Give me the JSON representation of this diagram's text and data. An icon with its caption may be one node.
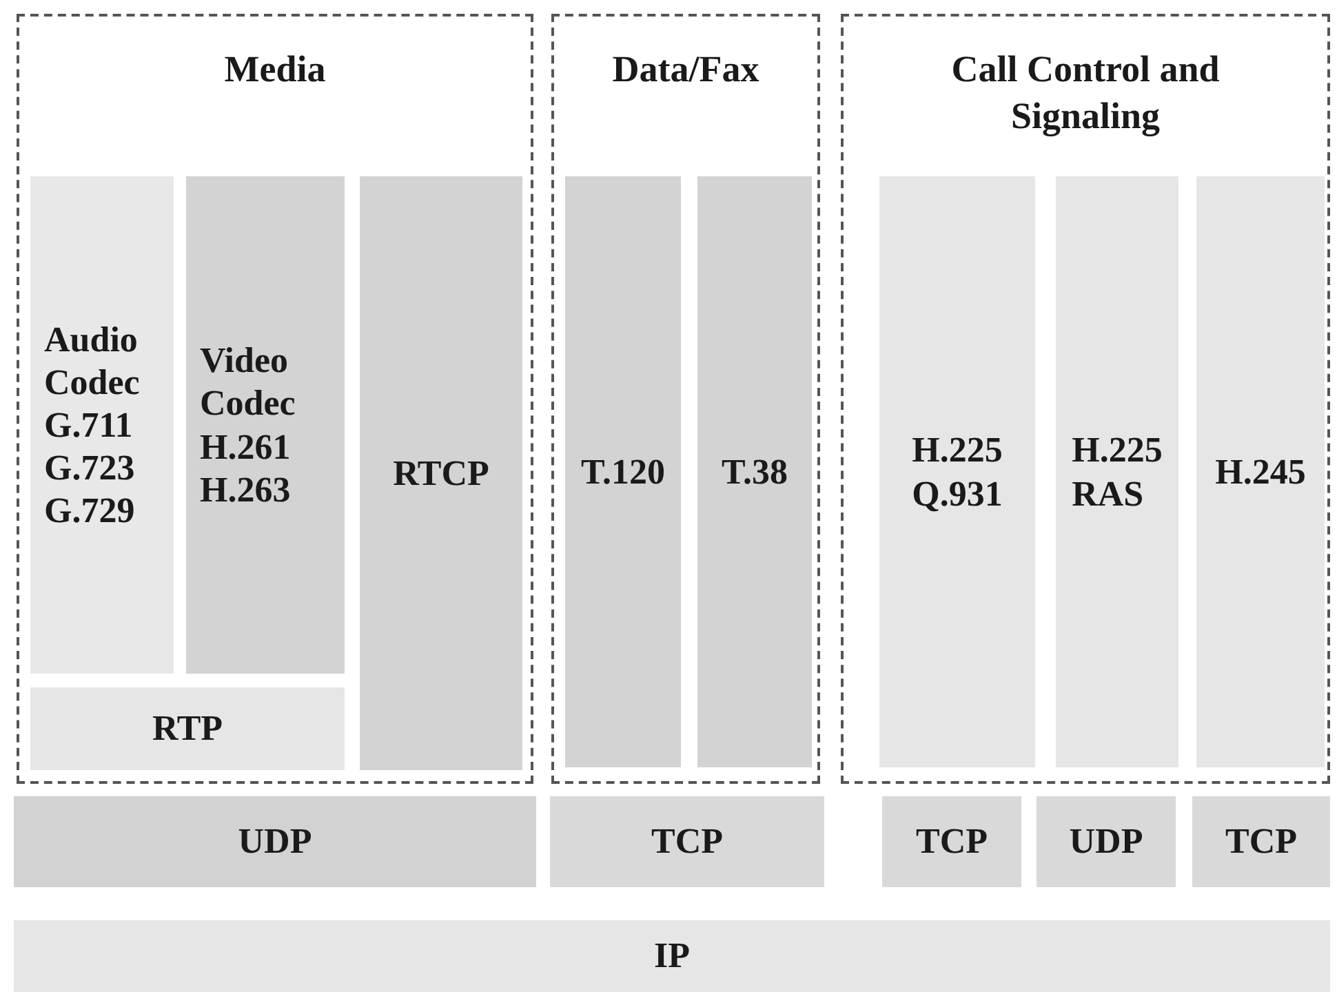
{
  "diagram": {
    "nodes": [
      {
        "text": [
          "Media"
        ]
      },
      {
        "text": [
          "Audio Codec G.711 G.723 G.729"
        ],
        "in": 0
      },
      {
        "text": [
          "Video Codec H.261 H.263"
        ],
        "in": 0
      },
      {
        "text": [
          "RTP"
        ],
        "in": 0
      },
      {
        "text": [
          "RTCP"
        ],
        "in": 0
      },
      {
        "text": [
          "Data/Fax"
        ]
      },
      {
        "text": [
          "T.120"
        ],
        "in": 5
      },
      {
        "text": [
          "T.38"
        ],
        "in": 5
      },
      {
        "text": [
          "Call Control and Signaling"
        ]
      },
      {
        "text": [
          "H.225 Q.931"
        ],
        "in": 8
      },
      {
        "text": [
          "H.225 RAS"
        ],
        "in": 8
      },
      {
        "text": [
          "H.245"
        ],
        "in": 8
      },
      {
        "text": [
          "UDP"
        ]
      },
      {
        "text": [
          "TCP"
        ]
      },
      {
        "text": [
          "TCP"
        ]
      },
      {
        "text": [
          "UDP"
        ]
      },
      {
        "text": [
          "TCP"
        ]
      },
      {
        "text": [
          "IP"
        ]
      }
    ]
  }
}
